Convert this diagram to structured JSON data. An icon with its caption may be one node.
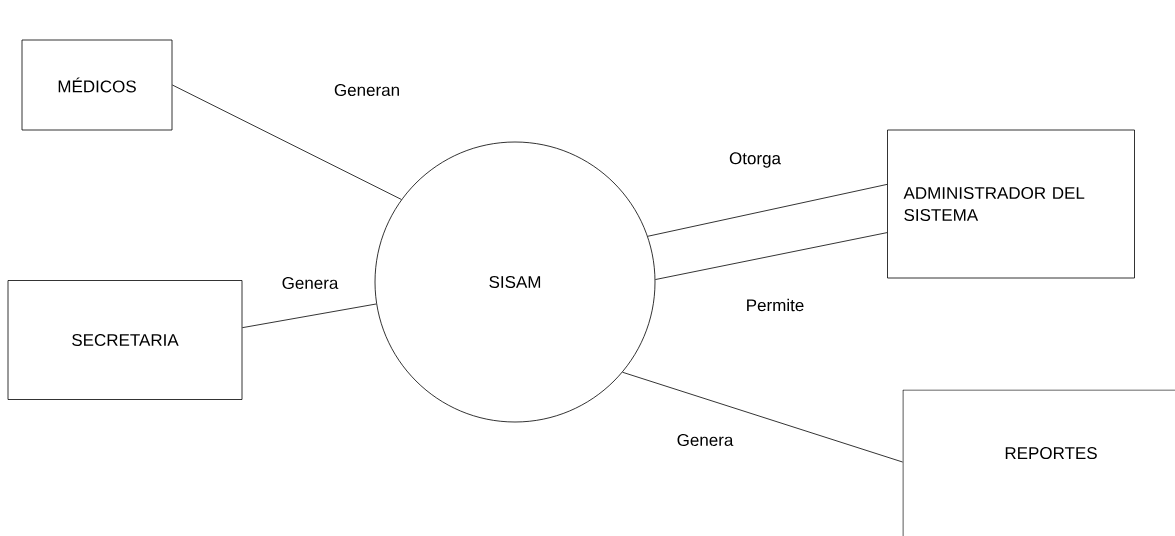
{
  "diagram": {
    "nodes": [
      {
        "text": [
          "MÉDICOS"
        ]
      },
      {
        "text": [
          "SISAM"
        ]
      },
      {
        "text": [
          "ADMINISTRADOR DEL SISTEMA"
        ]
      },
      {
        "text": [
          "SECRETARIA"
        ]
      },
      {
        "text": [
          "REPORTES"
        ]
      }
    ],
    "edges": [
      {
        "from": 0,
        "to": 1,
        "arrow": "none",
        "label": "Generan"
      },
      {
        "from": 1,
        "to": 2,
        "arrow": "none",
        "label": "Otorga"
      },
      {
        "from": 1,
        "to": 2,
        "arrow": "none",
        "label": "Permite"
      },
      {
        "from": 3,
        "to": 1,
        "arrow": "none",
        "label": "Genera"
      },
      {
        "from": 1,
        "to": 4,
        "arrow": "none",
        "label": "Genera"
      }
    ]
  }
}
